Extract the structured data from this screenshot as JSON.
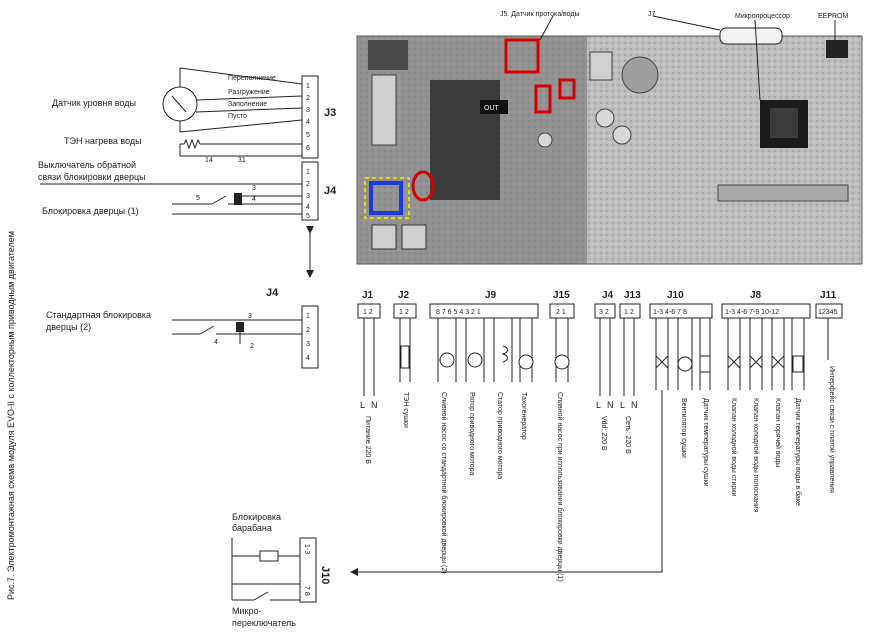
{
  "figure": {
    "caption_vertical": "Рис.7. Электромонтажная схема модуля EVO-II с коллекторным приводным двигателем",
    "pcb_callouts": {
      "sensor": "J5. Датчик протока/воды",
      "j7": "J7",
      "mcu": "Микропроцессор",
      "eeprom": "EEPROM"
    },
    "pcb_marks": {
      "out": "OUT"
    },
    "j3": {
      "label": "J3",
      "wire_labels": [
        "Переполнение",
        "Разгружение",
        "Заполнение",
        "Пусто"
      ],
      "pins": [
        "1",
        "2",
        "3",
        "4",
        "5",
        "6"
      ],
      "level_sensor": "Датчик уровня воды",
      "heater": "ТЭН нагрева воды",
      "heater_pin_a": "14",
      "heater_pin_b": "31"
    },
    "j4_top": {
      "label": "J4",
      "pins": [
        "1",
        "2",
        "3",
        "4",
        "5"
      ],
      "feedback_switch_1": "Выключатель обратной",
      "feedback_switch_2": "связи блокировки дверцы",
      "door_lock": "Блокировка дверцы (1)",
      "pin_a": "5",
      "pin_b": "4",
      "pin_c": "3"
    },
    "j4_bottom": {
      "label": "J4",
      "pins": [
        "1",
        "2",
        "3",
        "4"
      ],
      "door_lock_1": "Стандартная блокировка",
      "door_lock_2": "дверцы (2)",
      "pin_a": "4",
      "pin_b": "3",
      "pin_c": "2"
    },
    "connectors": [
      {
        "name": "J1",
        "pins": "1 2"
      },
      {
        "name": "J2",
        "pins": "1 2"
      },
      {
        "name": "J9",
        "pins": "8 7 6 5 4 3 2 1"
      },
      {
        "name": "J15",
        "pins": "2 1"
      },
      {
        "name": "J4",
        "pins": "3 2"
      },
      {
        "name": "J13",
        "pins": "1 2"
      },
      {
        "name": "J10",
        "pins": "1-3  4-6  7  8"
      },
      {
        "name": "J8",
        "pins": "1-3  4-6  7-9  10-12"
      },
      {
        "name": "J11",
        "pins": "12345"
      }
    ],
    "ln_labels": [
      "L",
      "N",
      "L",
      "N",
      "L",
      "N"
    ],
    "rotated_labels": [
      "Питание 220 В",
      "ТЭН сушки",
      "Сливной насос со стандартной блокировкой дверцы (2)",
      "Ротор приводного мотора",
      "Статор приводного мотора",
      "Тахогенератор",
      "Сливной насос при использовании блокировки дверцы (1)",
      "Vdd: 220 В",
      "Сеть: 220 В",
      "Вентилятор сушки",
      "Датчик температуры сушки",
      "Клапан холодной воды стирки",
      "Клапан холодной воды полоскания",
      "Клапан горячей воды",
      "Датчик температуры воды в баке",
      "Интерфейс связи с платой управления"
    ],
    "j10_detail": {
      "label": "J10",
      "pins_top": "1-3",
      "pins_bottom": "7 8",
      "drum_lock_1": "Блокировка",
      "drum_lock_2": "барабана",
      "microswitch_1": "Микро-",
      "microswitch_2": "переключатель"
    }
  }
}
